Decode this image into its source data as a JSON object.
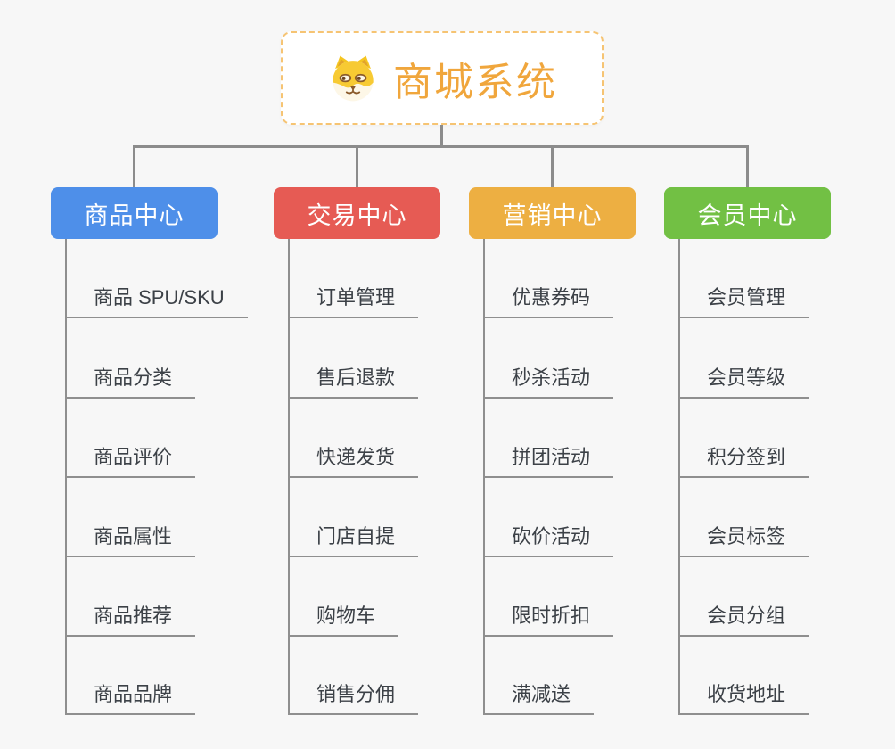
{
  "root": {
    "title": "商城系统",
    "icon": "dog-face-icon"
  },
  "colors": {
    "background": "#f7f7f7",
    "connector": "#8c8c8c",
    "root_border": "#f6c473",
    "root_text": "#f0a63c",
    "item_text": "#3c4147",
    "branch_product": "#4e8fe9",
    "branch_trade": "#e65b54",
    "branch_marketing": "#edaf42",
    "branch_member": "#72c044"
  },
  "branches": [
    {
      "id": "product-center",
      "label": "商品中心",
      "color": "#4e8fe9",
      "items": [
        "商品 SPU/SKU",
        "商品分类",
        "商品评价",
        "商品属性",
        "商品推荐",
        "商品品牌"
      ]
    },
    {
      "id": "trade-center",
      "label": "交易中心",
      "color": "#e65b54",
      "items": [
        "订单管理",
        "售后退款",
        "快递发货",
        "门店自提",
        "购物车",
        "销售分佣"
      ]
    },
    {
      "id": "marketing-center",
      "label": "营销中心",
      "color": "#edaf42",
      "items": [
        "优惠券码",
        "秒杀活动",
        "拼团活动",
        "砍价活动",
        "限时折扣",
        "满减送"
      ]
    },
    {
      "id": "member-center",
      "label": "会员中心",
      "color": "#72c044",
      "items": [
        "会员管理",
        "会员等级",
        "积分签到",
        "会员标签",
        "会员分组",
        "收货地址"
      ]
    }
  ]
}
